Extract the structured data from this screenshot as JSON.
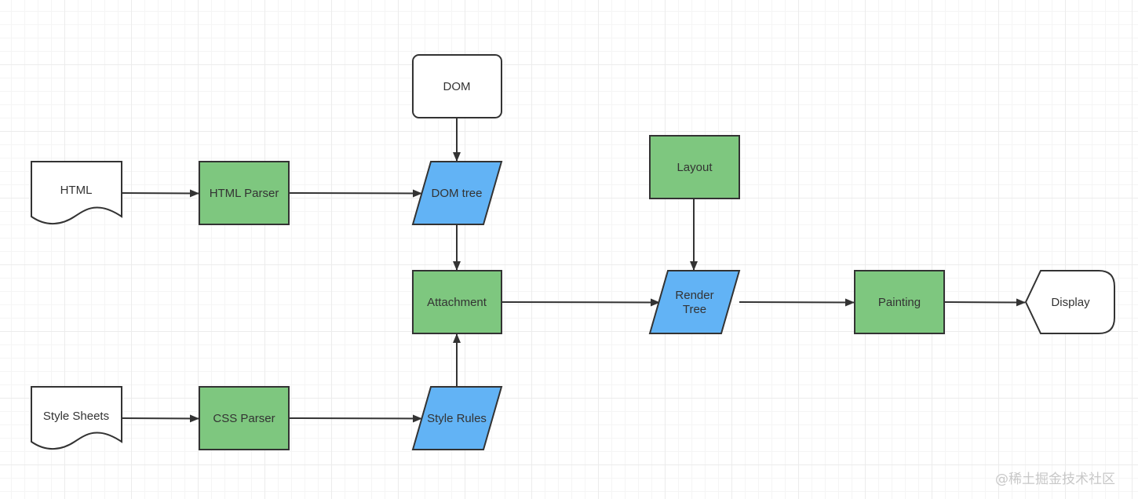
{
  "nodes": {
    "dom": "DOM",
    "html": "HTML",
    "html_parser": "HTML Parser",
    "dom_tree": "DOM tree",
    "attachment": "Attachment",
    "style_sheets": "Style Sheets",
    "css_parser": "CSS Parser",
    "style_rules": "Style Rules",
    "layout": "Layout",
    "render_tree_1": "Render",
    "render_tree_2": "Tree",
    "painting": "Painting",
    "display": "Display"
  },
  "colors": {
    "process": "#7ec77f",
    "data": "#62b3f5",
    "stroke": "#333333"
  },
  "watermark": "@稀土掘金技术社区"
}
